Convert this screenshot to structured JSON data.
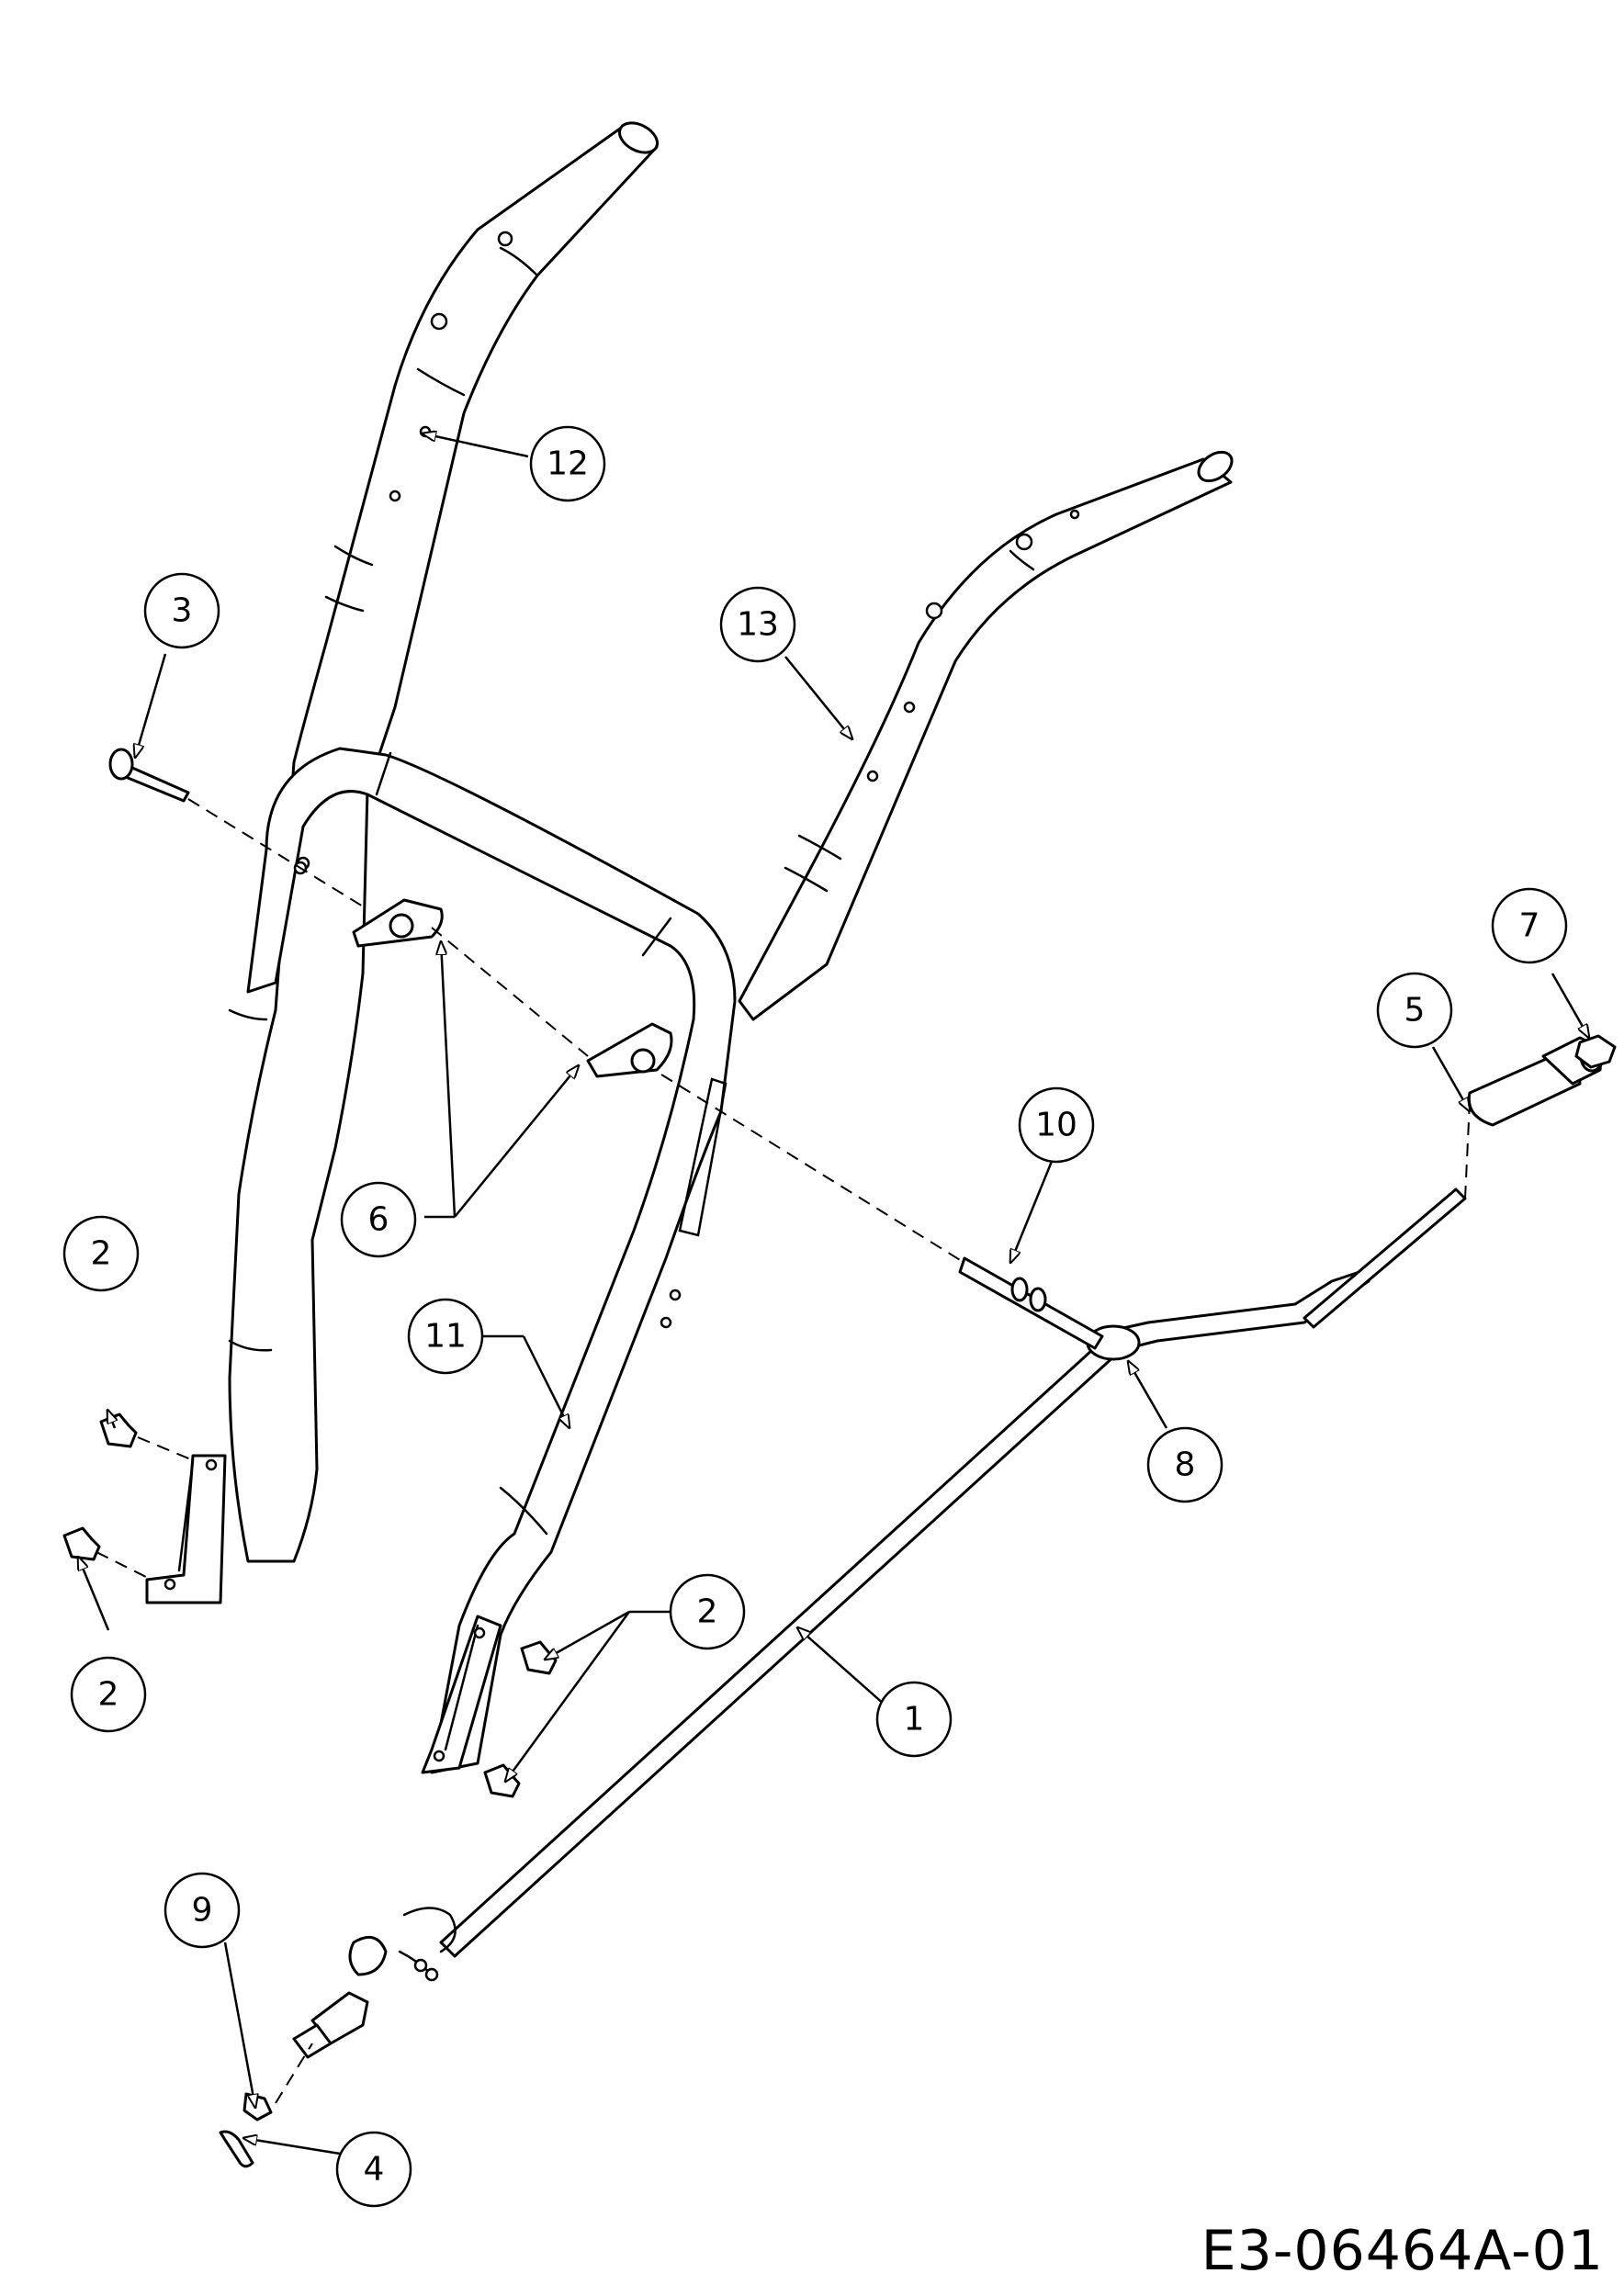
{
  "drawing": {
    "code": "E3-06464A-01",
    "line_color": "#000000",
    "background": "#ffffff"
  },
  "callouts": [
    {
      "label": "1"
    },
    {
      "label": "2"
    },
    {
      "label": "2"
    },
    {
      "label": "2"
    },
    {
      "label": "3"
    },
    {
      "label": "4"
    },
    {
      "label": "5"
    },
    {
      "label": "6"
    },
    {
      "label": "7"
    },
    {
      "label": "8"
    },
    {
      "label": "9"
    },
    {
      "label": "10"
    },
    {
      "label": "11"
    },
    {
      "label": "12"
    },
    {
      "label": "13"
    }
  ]
}
